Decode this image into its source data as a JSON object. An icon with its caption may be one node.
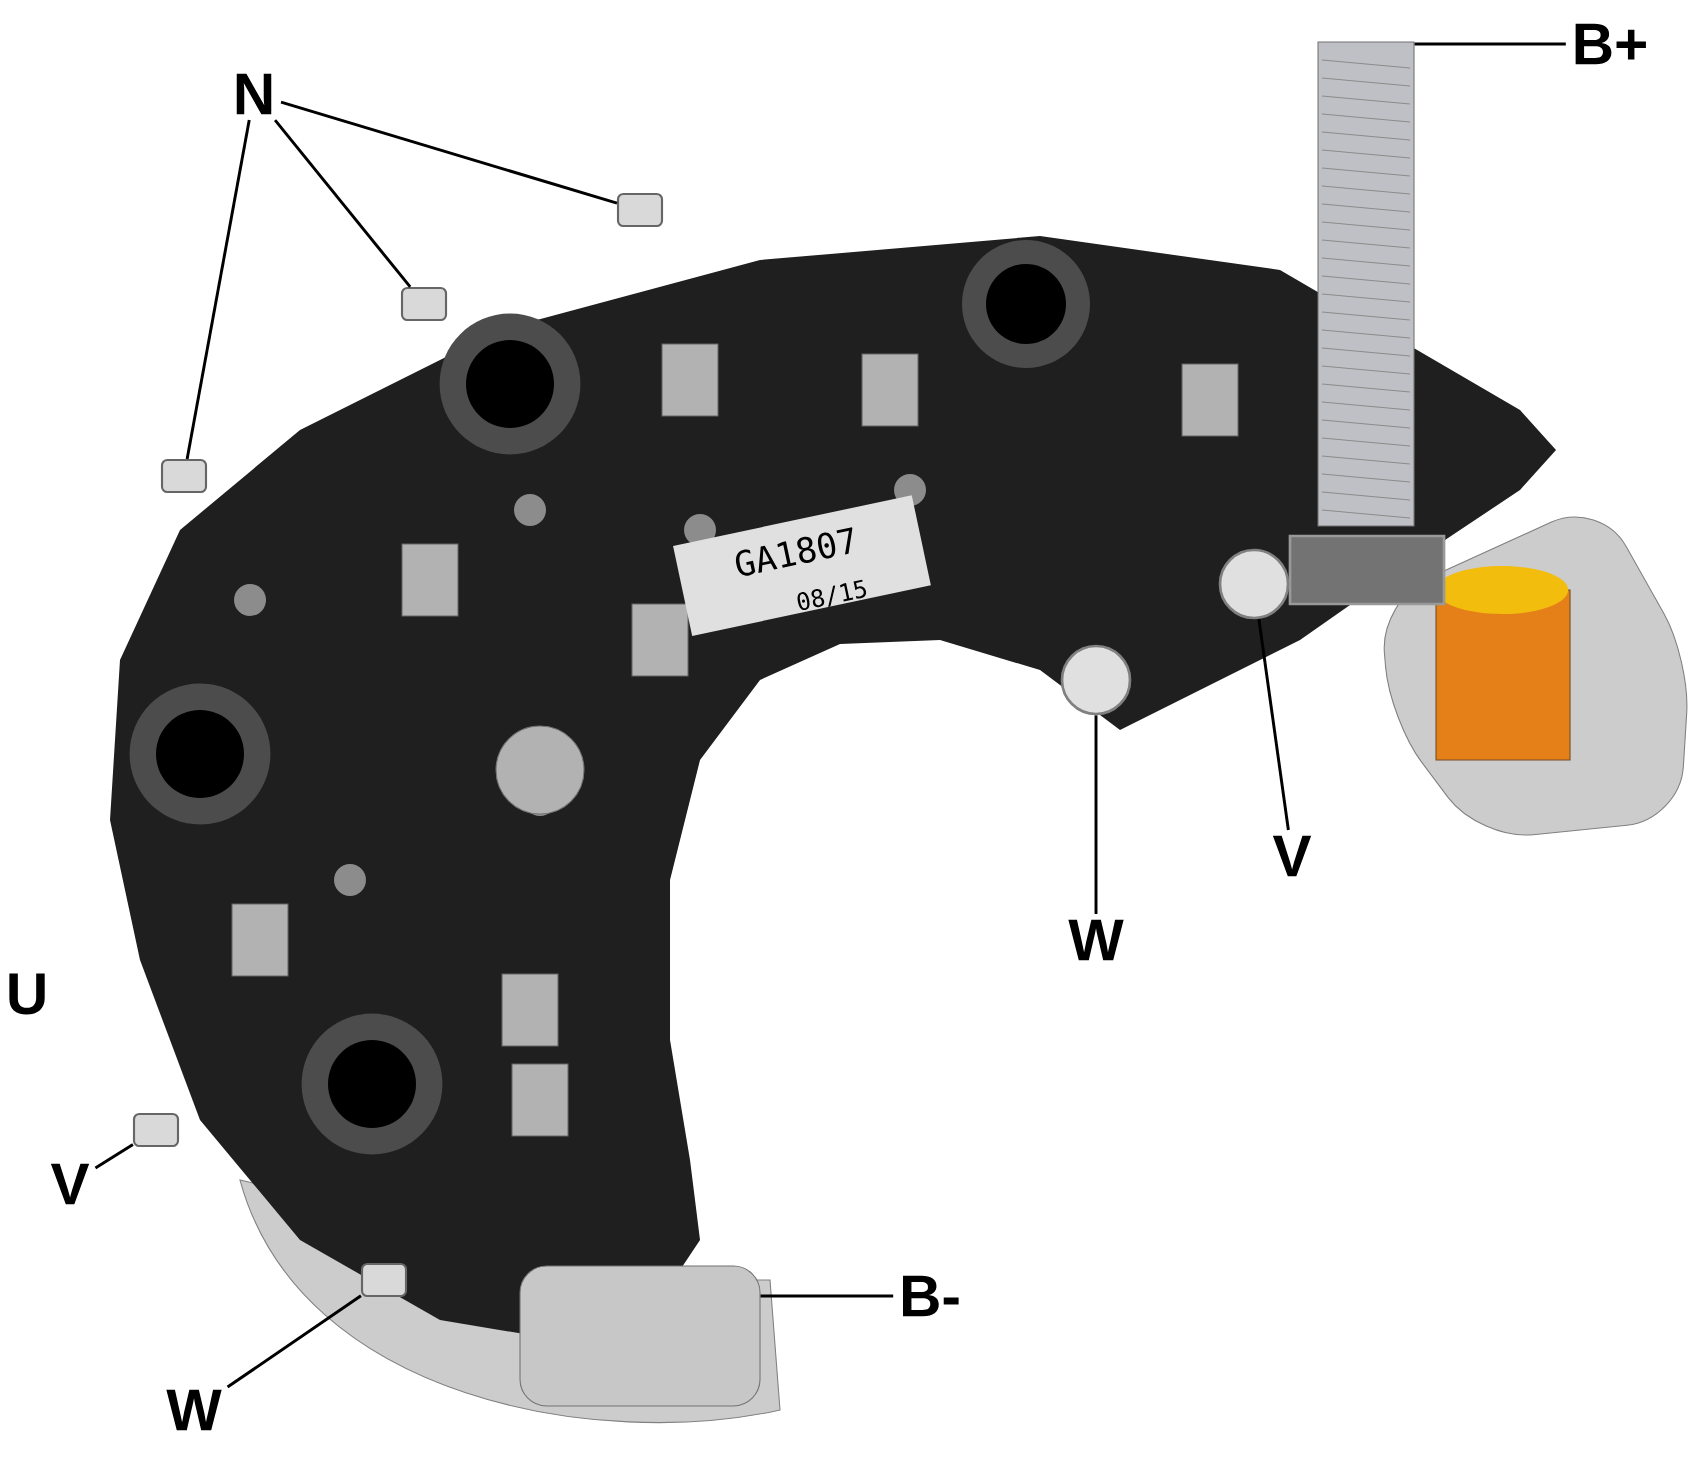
{
  "diagram": {
    "nodes": [
      {
        "text": [
          "N"
        ]
      },
      {
        "text": [],
        "shape": "clip"
      },
      {
        "text": [],
        "shape": "clip"
      },
      {
        "text": [],
        "shape": "clip"
      },
      {
        "text": [
          "B+"
        ]
      },
      {
        "text": [],
        "shape": "bolt"
      },
      {
        "text": [
          "W"
        ]
      },
      {
        "text": [],
        "shape": "stud"
      },
      {
        "text": [
          "V"
        ]
      },
      {
        "text": [],
        "shape": "stud"
      },
      {
        "text": [
          "V"
        ]
      },
      {
        "text": [],
        "shape": "clip"
      },
      {
        "text": [
          "W"
        ]
      },
      {
        "text": [],
        "shape": "clip"
      },
      {
        "text": [
          "B-"
        ]
      },
      {
        "text": [],
        "shape": "plate"
      }
    ],
    "edges": [
      {
        "from": 0,
        "to": 1,
        "arrow": "none"
      },
      {
        "from": 0,
        "to": 2,
        "arrow": "none"
      },
      {
        "from": 0,
        "to": 3,
        "arrow": "none"
      },
      {
        "from": 4,
        "to": 5,
        "arrow": "none"
      },
      {
        "from": 6,
        "to": 7,
        "arrow": "none"
      },
      {
        "from": 8,
        "to": 9,
        "arrow": "none"
      },
      {
        "from": 10,
        "to": 11,
        "arrow": "none"
      },
      {
        "from": 12,
        "to": 13,
        "arrow": "none"
      },
      {
        "from": 14,
        "to": 15,
        "arrow": "none"
      }
    ],
    "labels": [
      "U",
      "GA1807",
      "08/15"
    ]
  }
}
